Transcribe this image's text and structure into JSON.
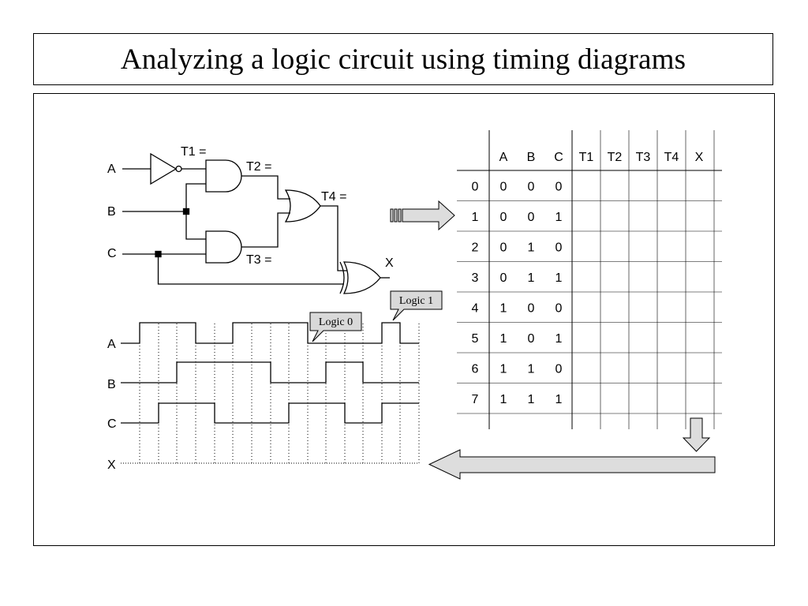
{
  "title": "Analyzing a logic circuit using timing diagrams",
  "circuit": {
    "input_a": "A",
    "input_b": "B",
    "input_c": "C",
    "t1": "T1 =",
    "t2": "T2 =",
    "t3": "T3 =",
    "t4": "T4 =",
    "output_x": "X"
  },
  "timing": {
    "signals": [
      "A",
      "B",
      "C",
      "X"
    ],
    "logic0_label": "Logic 0",
    "logic1_label": "Logic 1"
  },
  "truth_table": {
    "headers": [
      "A",
      "B",
      "C",
      "T1",
      "T2",
      "T3",
      "T4",
      "X"
    ],
    "rows": [
      {
        "index": "0",
        "a": "0",
        "b": "0",
        "c": "0"
      },
      {
        "index": "1",
        "a": "0",
        "b": "0",
        "c": "1"
      },
      {
        "index": "2",
        "a": "0",
        "b": "1",
        "c": "0"
      },
      {
        "index": "3",
        "a": "0",
        "b": "1",
        "c": "1"
      },
      {
        "index": "4",
        "a": "1",
        "b": "0",
        "c": "0"
      },
      {
        "index": "5",
        "a": "1",
        "b": "0",
        "c": "1"
      },
      {
        "index": "6",
        "a": "1",
        "b": "1",
        "c": "0"
      },
      {
        "index": "7",
        "a": "1",
        "b": "1",
        "c": "1"
      }
    ]
  },
  "colors": {
    "arrow_fill": "#dddddd",
    "callout_fill": "#d9d9d9"
  }
}
